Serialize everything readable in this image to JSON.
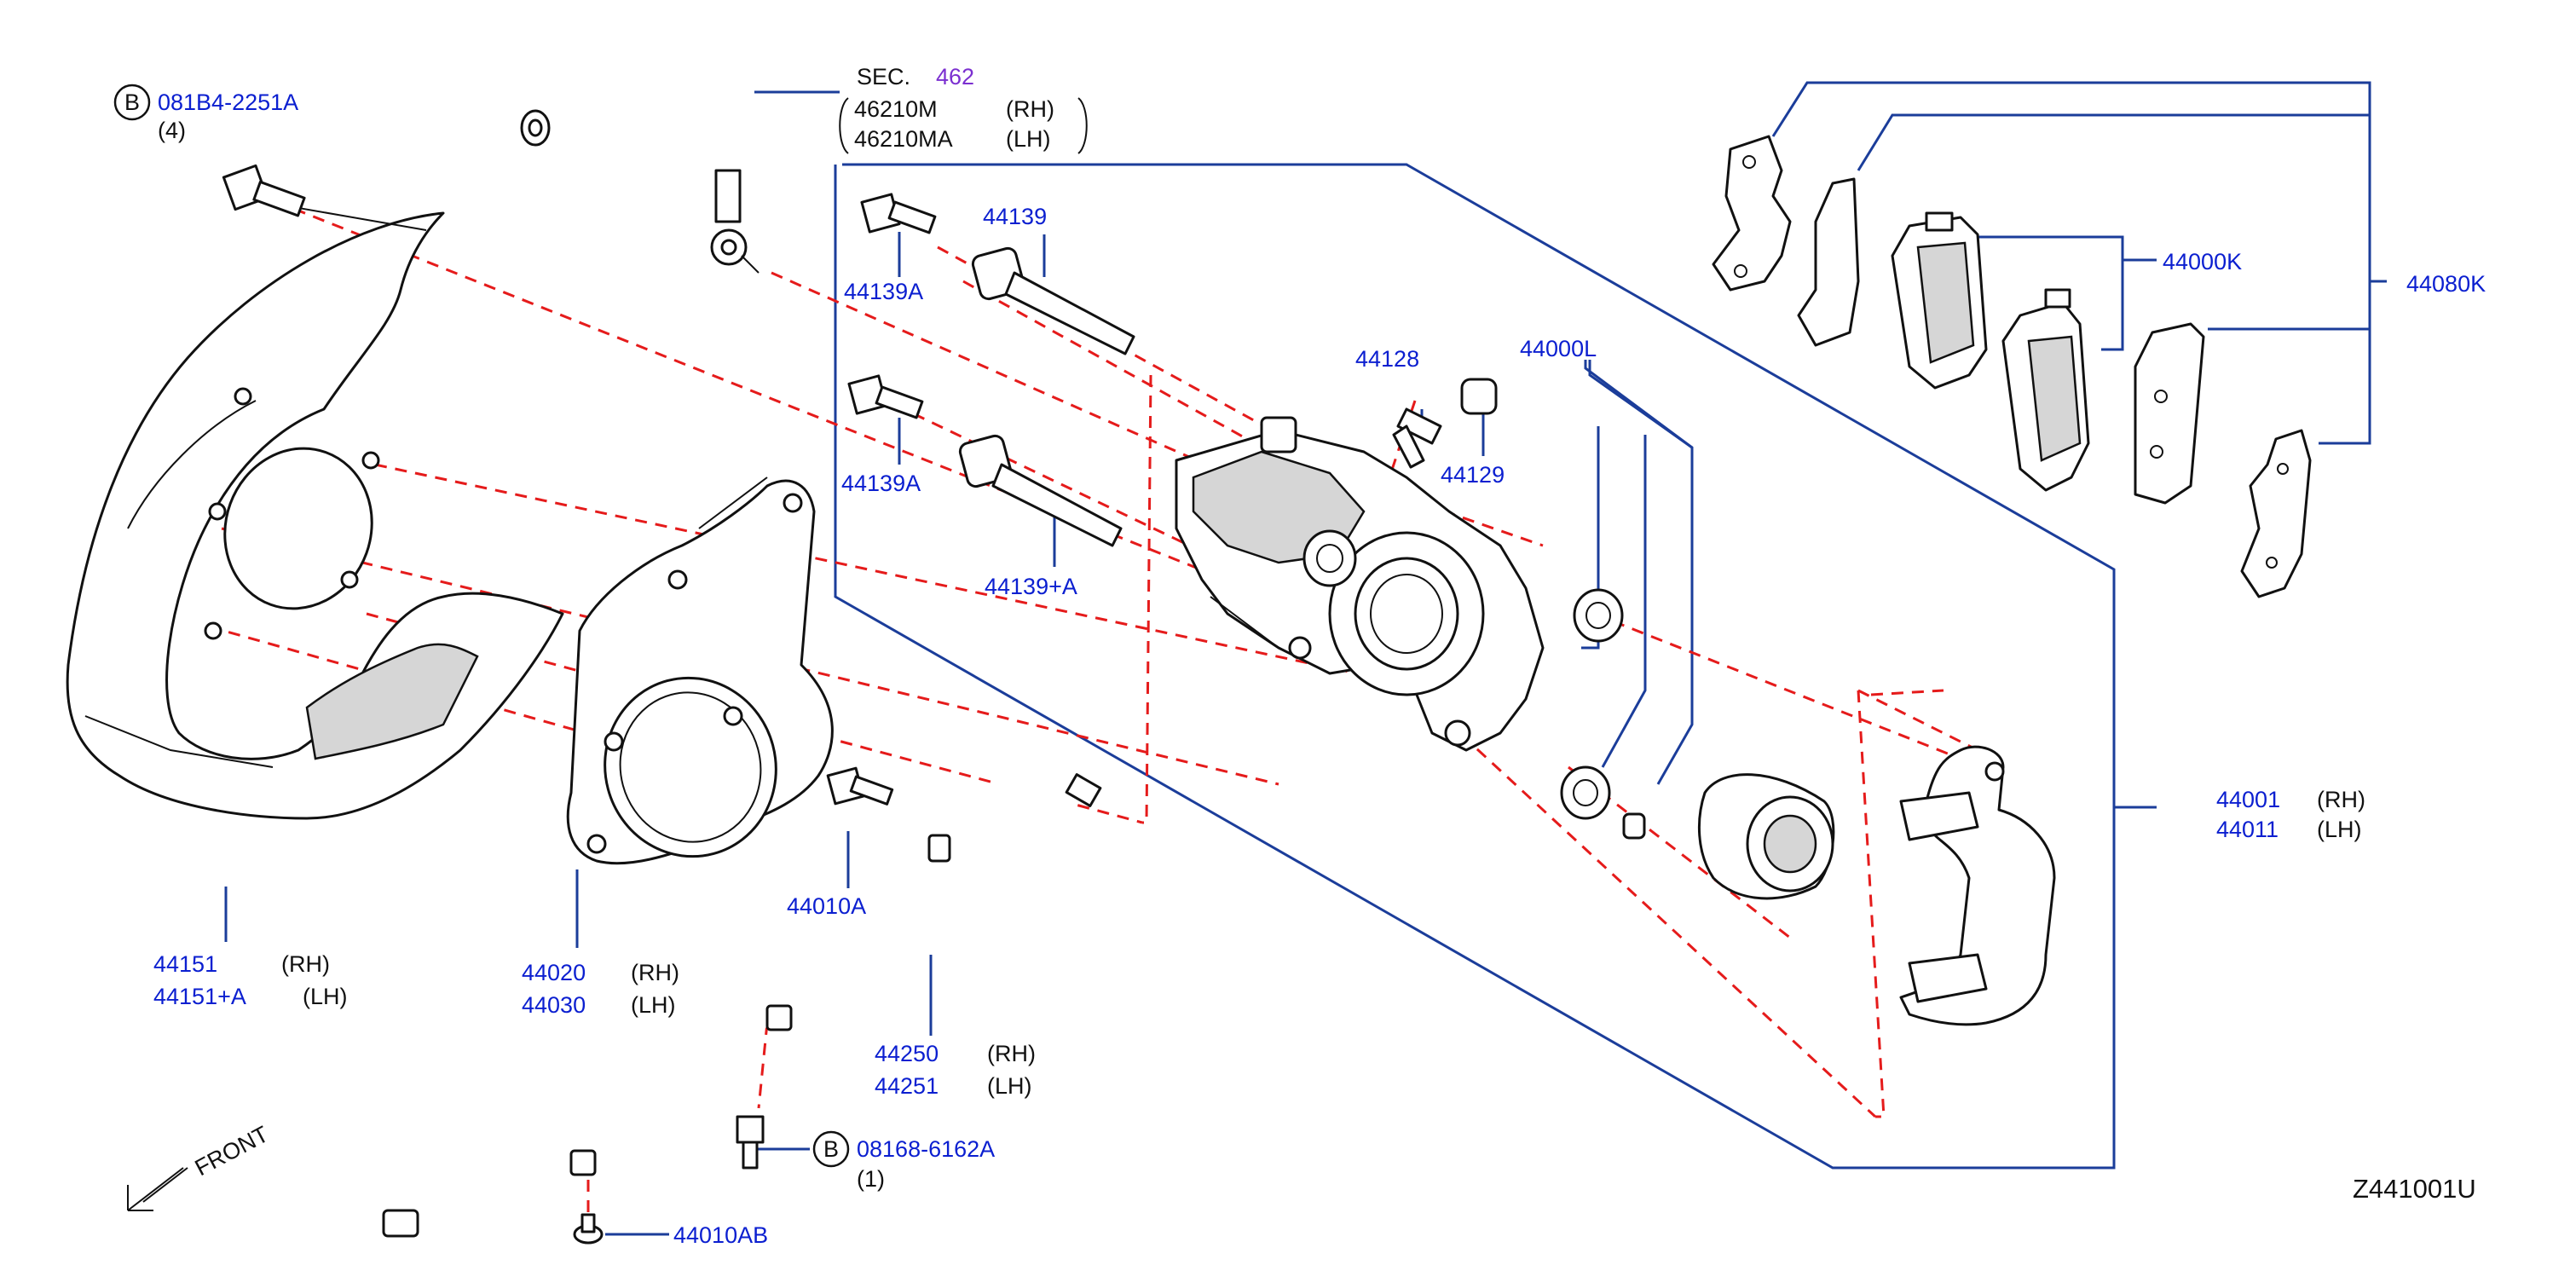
{
  "diagram": {
    "drawing_code": "Z441001U",
    "direction_label": "FRONT",
    "bolt_symbol": "B",
    "sec_label": "SEC.",
    "sec_number": "462",
    "callouts": {
      "bolt_upper": {
        "part": "081B4-2251A",
        "qty": "(4)"
      },
      "bolt_lower": {
        "part": "08168-6162A",
        "qty": "(1)"
      },
      "hose_rh": {
        "part": "46210M",
        "side": "(RH)"
      },
      "hose_lh": {
        "part": "46210MA",
        "side": "(LH)"
      },
      "p44139a_top": "44139A",
      "p44139": "44139",
      "p44139a_bottom": "44139A",
      "p44139plusa": "44139+A",
      "p44128": "44128",
      "p44129": "44129",
      "p44000l": "44000L",
      "p44000k": "44000K",
      "p44080k": "44080K",
      "p44001": {
        "part": "44001",
        "side": "(RH)"
      },
      "p44011": {
        "part": "44011",
        "side": "(LH)"
      },
      "p44151": {
        "part": "44151",
        "side": "(RH)"
      },
      "p44151a": {
        "part": "44151+A",
        "side": "(LH)"
      },
      "p44020": {
        "part": "44020",
        "side": "(RH)"
      },
      "p44030": {
        "part": "44030",
        "side": "(LH)"
      },
      "p44010a": "44010A",
      "p44250": {
        "part": "44250",
        "side": "(RH)"
      },
      "p44251": {
        "part": "44251",
        "side": "(LH)"
      },
      "p44010ab": "44010AB"
    }
  }
}
